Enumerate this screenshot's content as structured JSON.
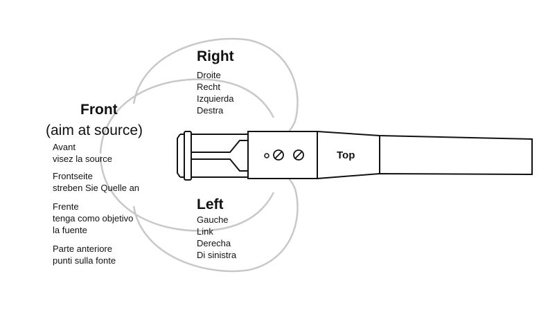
{
  "colors": {
    "pattern": "#c8c8c8",
    "outline": "#111111",
    "text": "#111111"
  },
  "right": {
    "title": "Right",
    "lines": [
      "Droite",
      "Recht",
      "Izquierda",
      "Destra"
    ]
  },
  "front": {
    "title": "Front",
    "subtitle": "(aim at source)",
    "avant": [
      "Avant",
      "visez la source"
    ],
    "frontseite": [
      "Frontseite",
      "streben Sie Quelle an"
    ],
    "frente": [
      "Frente",
      "tenga como objetivo",
      "la fuente"
    ],
    "parte": [
      "Parte anteriore",
      "punti sulla fonte"
    ]
  },
  "left": {
    "title": "Left",
    "lines": [
      "Gauche",
      "Link",
      "Derecha",
      "Di sinistra"
    ]
  },
  "mic": {
    "top_label": "Top"
  }
}
